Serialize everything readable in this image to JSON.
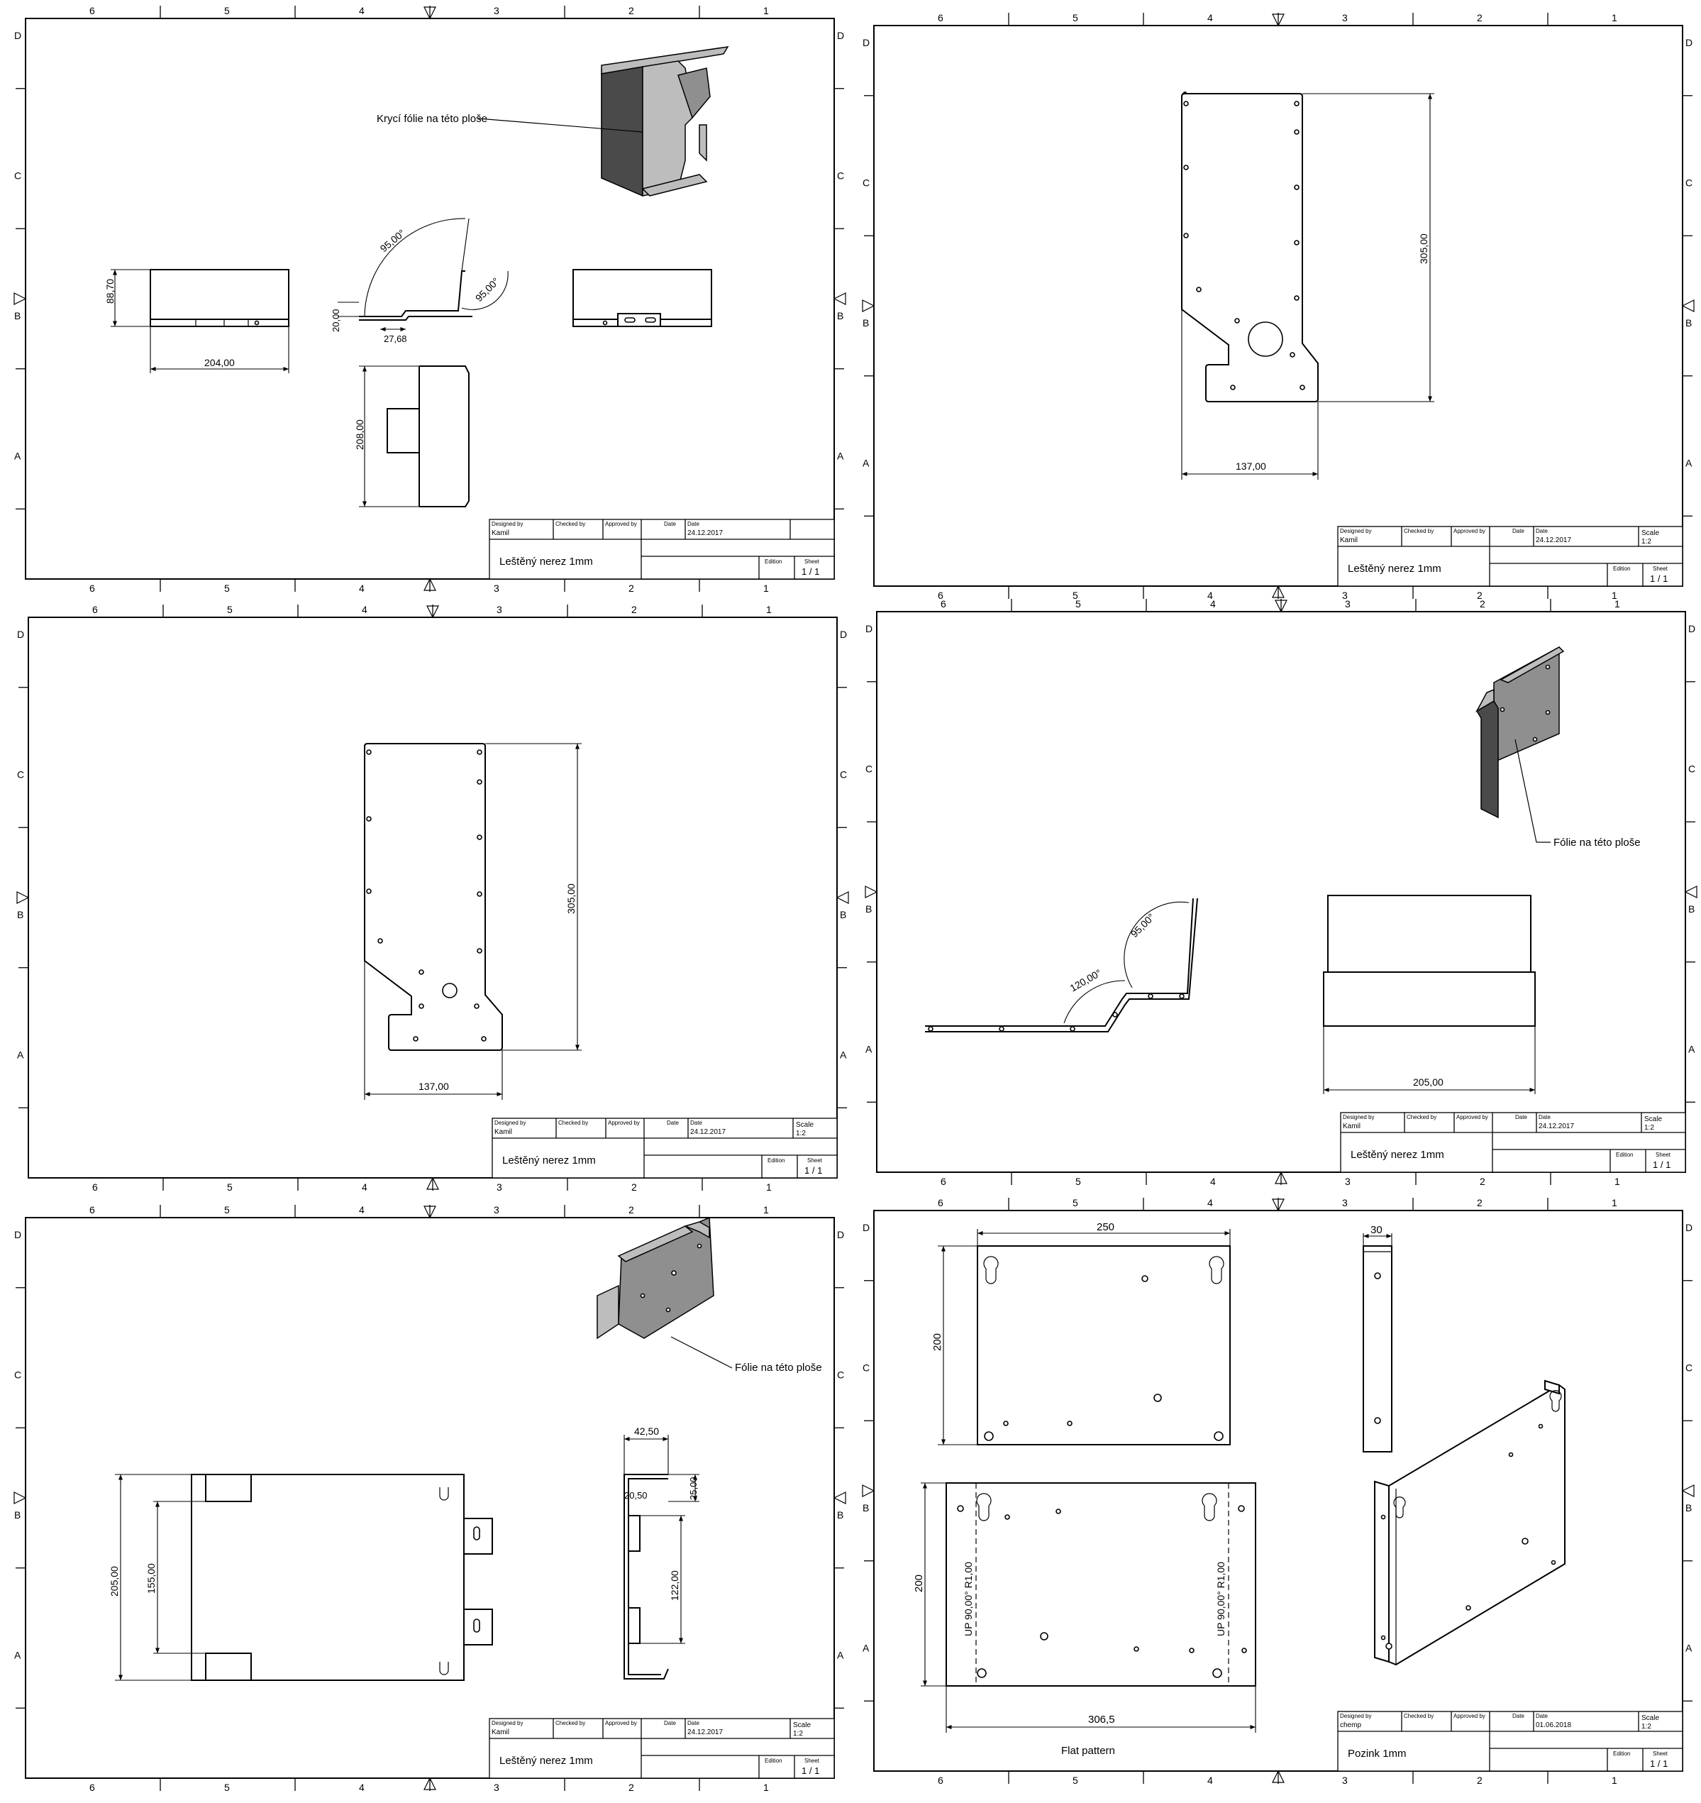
{
  "sheets": [
    {
      "id": "s1",
      "cols": [
        "6",
        "5",
        "4",
        "3",
        "2",
        "1"
      ],
      "rows": [
        "D",
        "C",
        "B",
        "A"
      ],
      "note": "Krycí fólie na této ploše",
      "dims": [
        "88,70",
        "204,00",
        "95,00°",
        "95,00°",
        "20,00",
        "27,68",
        "208,00"
      ],
      "title": {
        "designed_by_label": "Designed by",
        "checked_by_label": "Checked by",
        "approved_by_label": "Approved by",
        "date_label": "Date",
        "date2_label": "Date",
        "designer": "Kamil",
        "date": "24.12.2017",
        "scale_label": "",
        "scale": "",
        "material": "Leštěný nerez 1mm",
        "edition_label": "Edition",
        "sheet_label": "Sheet",
        "sheet": "1 / 1"
      }
    },
    {
      "id": "s2",
      "cols": [
        "6",
        "5",
        "4",
        "3",
        "2",
        "1"
      ],
      "rows": [
        "D",
        "C",
        "B",
        "A"
      ],
      "dims": [
        "305,00",
        "137,00"
      ],
      "title": {
        "designed_by_label": "Designed by",
        "checked_by_label": "Checked by",
        "approved_by_label": "Approved by",
        "date_label": "Date",
        "date2_label": "Date",
        "designer": "Kamil",
        "date": "24.12.2017",
        "scale_label": "Scale",
        "scale": "1:2",
        "material": "Leštěný nerez 1mm",
        "edition_label": "Edition",
        "sheet_label": "Sheet",
        "sheet": "1 / 1"
      }
    },
    {
      "id": "s3",
      "cols": [
        "6",
        "5",
        "4",
        "3",
        "2",
        "1"
      ],
      "rows": [
        "D",
        "C",
        "B",
        "A"
      ],
      "dims": [
        "305,00",
        "137,00"
      ],
      "title": {
        "designed_by_label": "Designed by",
        "checked_by_label": "Checked by",
        "approved_by_label": "Approved by",
        "date_label": "Date",
        "date2_label": "Date",
        "designer": "Kamil",
        "date": "24.12.2017",
        "scale_label": "Scale",
        "scale": "1:2",
        "material": "Leštěný nerez 1mm",
        "edition_label": "Edition",
        "sheet_label": "Sheet",
        "sheet": "1 / 1"
      }
    },
    {
      "id": "s4",
      "cols": [
        "6",
        "5",
        "4",
        "3",
        "2",
        "1"
      ],
      "rows": [
        "D",
        "C",
        "B",
        "A"
      ],
      "note": "Fólie na této ploše",
      "dims": [
        "95,00°",
        "120,00°",
        "205,00"
      ],
      "title": {
        "designed_by_label": "Designed by",
        "checked_by_label": "Checked by",
        "approved_by_label": "Approved by",
        "date_label": "Date",
        "date2_label": "Date",
        "designer": "Kamil",
        "date": "24.12.2017",
        "scale_label": "Scale",
        "scale": "1:2",
        "material": "Leštěný nerez 1mm",
        "edition_label": "Edition",
        "sheet_label": "Sheet",
        "sheet": "1 / 1"
      }
    },
    {
      "id": "s5",
      "cols": [
        "6",
        "5",
        "4",
        "3",
        "2",
        "1"
      ],
      "rows": [
        "D",
        "C",
        "B",
        "A"
      ],
      "note": "Fólie na této ploše",
      "dims": [
        "205,00",
        "155,00",
        "42,50",
        "25,00",
        "20,50",
        "122,00"
      ],
      "title": {
        "designed_by_label": "Designed by",
        "checked_by_label": "Checked by",
        "approved_by_label": "Approved by",
        "date_label": "Date",
        "date2_label": "Date",
        "designer": "Kamil",
        "date": "24.12.2017",
        "scale_label": "Scale",
        "scale": "1:2",
        "material": "Leštěný nerez 1mm",
        "edition_label": "Edition",
        "sheet_label": "Sheet",
        "sheet": "1 / 1"
      }
    },
    {
      "id": "s6",
      "cols": [
        "6",
        "5",
        "4",
        "3",
        "2",
        "1"
      ],
      "rows": [
        "D",
        "C",
        "B",
        "A"
      ],
      "dims": [
        "250",
        "30",
        "200",
        "200",
        "306,5",
        "UP 90,00° R1,00",
        "UP 90,00° R1,00"
      ],
      "flat_pattern": "Flat pattern",
      "title": {
        "designed_by_label": "Designed by",
        "checked_by_label": "Checked by",
        "approved_by_label": "Approved by",
        "date_label": "Date",
        "date2_label": "Date",
        "designer": "chemp",
        "date": "01.06.2018",
        "scale_label": "Scale",
        "scale": "1:2",
        "material": "Pozink 1mm",
        "edition_label": "Edition",
        "sheet_label": "Sheet",
        "sheet": "1 / 1"
      }
    }
  ]
}
